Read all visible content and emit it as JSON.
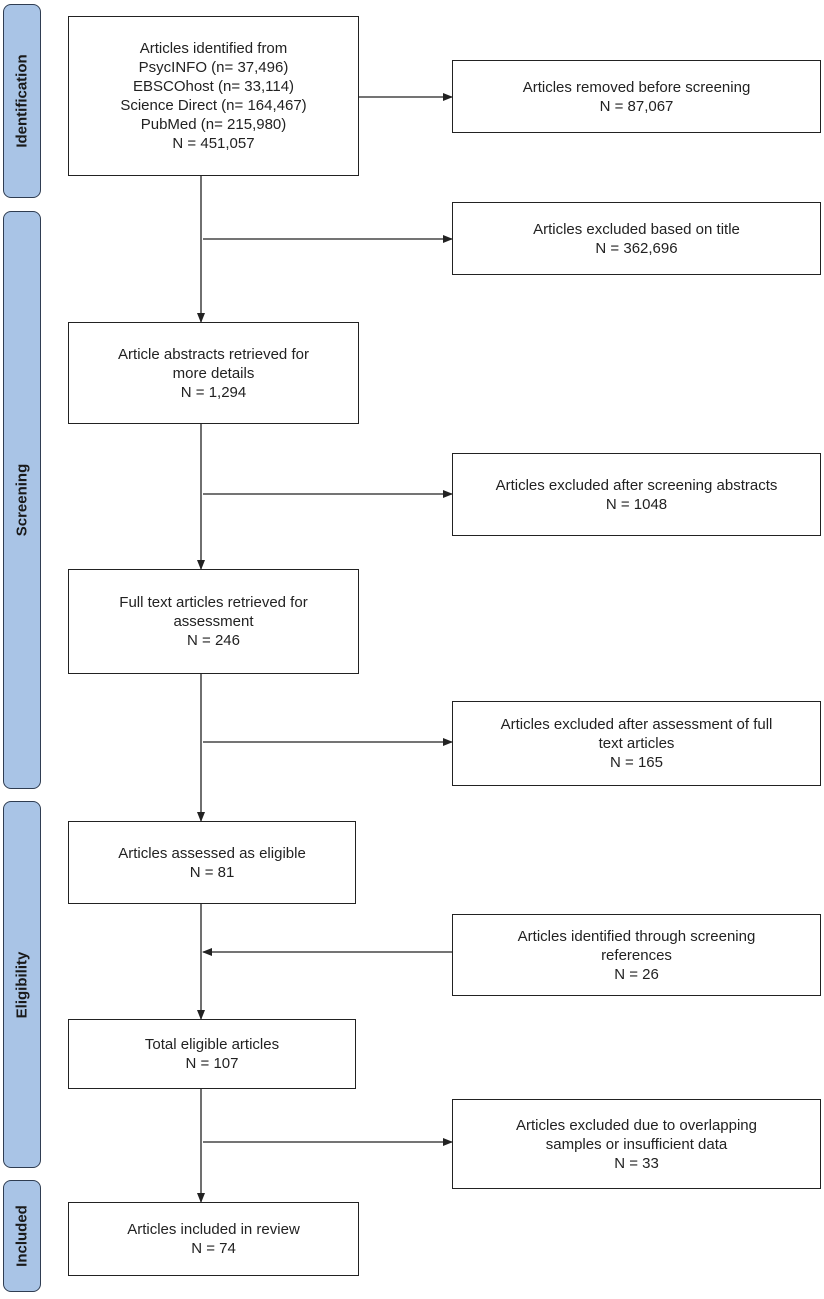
{
  "phases": {
    "identification": "Identification",
    "screening": "Screening",
    "eligibility": "Eligibility",
    "included": "Included"
  },
  "boxes": {
    "identified": {
      "lines": [
        "Articles identified from",
        "PsycINFO (n= 37,496)",
        "EBSCOhost (n= 33,114)",
        "Science Direct (n= 164,467)",
        "PubMed (n= 215,980)",
        "N = 451,057"
      ]
    },
    "removed_before_screening": {
      "lines": [
        "Articles removed before screening",
        "N = 87,067"
      ]
    },
    "excluded_title": {
      "lines": [
        "Articles excluded based on title",
        "N = 362,696"
      ]
    },
    "abstracts_retrieved": {
      "lines": [
        "Article abstracts retrieved for",
        "more details",
        "N = 1,294"
      ]
    },
    "excluded_abstracts": {
      "lines": [
        "Articles excluded after screening abstracts",
        "N = 1048"
      ]
    },
    "full_text_retrieved": {
      "lines": [
        "Full text articles retrieved for",
        "assessment",
        "N = 246"
      ]
    },
    "excluded_full_text": {
      "lines": [
        "Articles excluded after assessment of full",
        "text articles",
        "N = 165"
      ]
    },
    "assessed_eligible": {
      "lines": [
        "Articles assessed as eligible",
        "N = 81"
      ]
    },
    "identified_references": {
      "lines": [
        "Articles identified through screening",
        "references",
        "N = 26"
      ]
    },
    "total_eligible": {
      "lines": [
        "Total eligible articles",
        "N = 107"
      ]
    },
    "excluded_overlap": {
      "lines": [
        "Articles excluded due to overlapping",
        "samples or insufficient data",
        "N = 33"
      ]
    },
    "included_review": {
      "lines": [
        "Articles included in review",
        "N = 74"
      ]
    }
  },
  "colors": {
    "phase_fill": "#a9c4e6",
    "phase_border": "#2f3d52",
    "box_border": "#222222",
    "arrow": "#222222"
  }
}
